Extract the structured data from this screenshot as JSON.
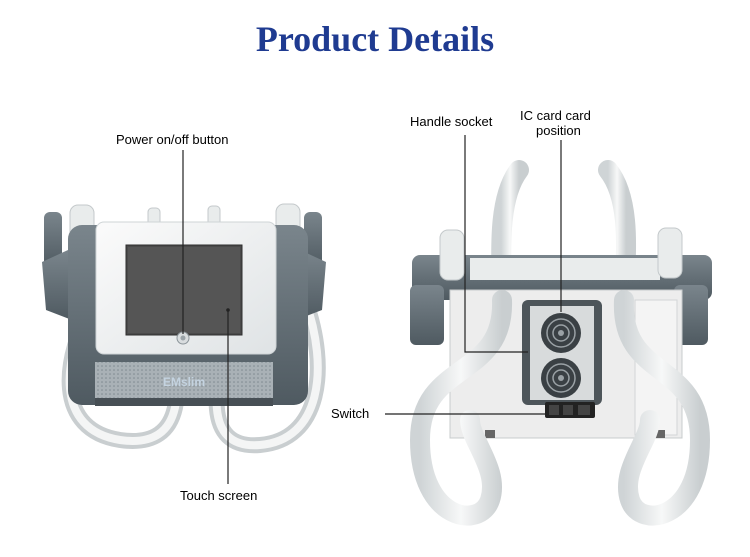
{
  "title": "Product Details",
  "labels": {
    "power_button": "Power on/off button",
    "touch_screen": "Touch screen",
    "handle_socket": "Handle socket",
    "ic_card_line1": "IC card card",
    "ic_card_line2": "position",
    "switch": "Switch",
    "brand": "EMslim"
  },
  "colors": {
    "title": "#1f3b91",
    "body_grey": "#5f6b74",
    "panel_white": "#eef0f1",
    "screen": "#4a4a4a",
    "handle": "#e6e9ea"
  }
}
